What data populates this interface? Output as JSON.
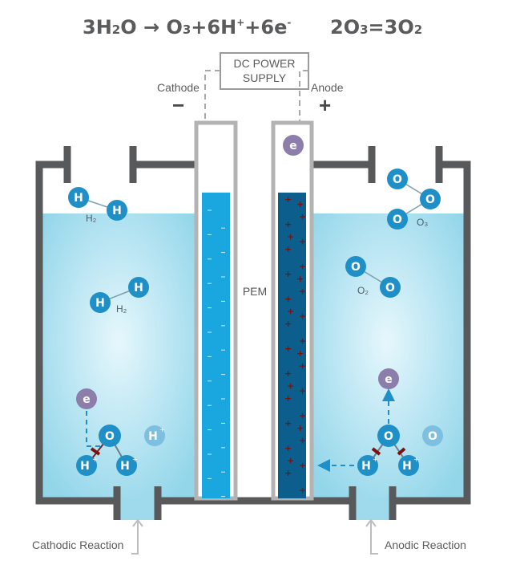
{
  "equations": {
    "left_parts": [
      "3H",
      "2",
      "O → O",
      "3",
      "+6H",
      "+",
      "+6e",
      "-"
    ],
    "right_parts": [
      "2O",
      "3",
      "=3O",
      "2"
    ]
  },
  "power_supply": {
    "line1": "DC POWER",
    "line2": "SUPPLY"
  },
  "cathode": {
    "label": "Cathode",
    "sign": "−"
  },
  "anode": {
    "label": "Anode",
    "sign": "+"
  },
  "membrane": {
    "label": "PEM"
  },
  "molecules": {
    "h2": "H₂",
    "o2": "O₂",
    "o3": "O₃"
  },
  "atoms": {
    "hydrogen": "H",
    "oxygen": "O",
    "electron": "e",
    "proton_charge": "+"
  },
  "captions": {
    "cathodic": "Cathodic Reaction",
    "anodic": "Anodic Reaction"
  },
  "colors": {
    "tank_wall": "#58595b",
    "water_light": "#e4f6fc",
    "water_dark": "#93d7ea",
    "atom_blue": "#1f8fc8",
    "electron_purple": "#8c7dab",
    "cathode_plate": "#1aa7df",
    "anode_plate": "#0c5f8c",
    "frame_grey": "#b3b3b3"
  }
}
